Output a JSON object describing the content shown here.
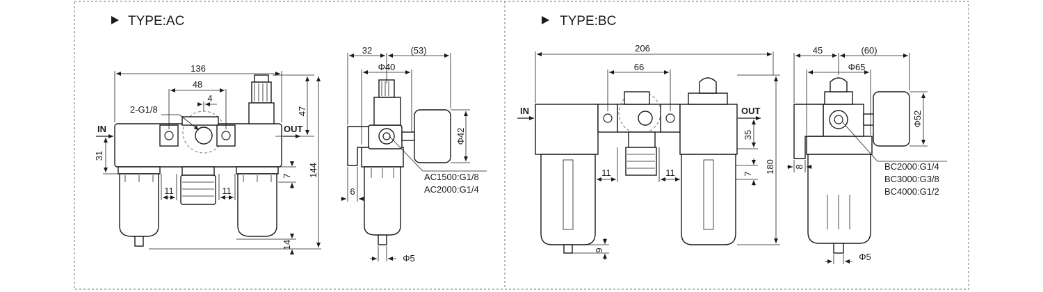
{
  "panels": {
    "ac": {
      "title": "TYPE:AC"
    },
    "bc": {
      "title": "TYPE:BC"
    }
  },
  "ac_front": {
    "in_label": "IN",
    "out_label": "OUT",
    "port_label": "2-G1/8",
    "dims": {
      "width_total": "136",
      "width_mid": "48",
      "offset": "4",
      "height_top": "47",
      "height_total": "144",
      "left_height": "31",
      "right_small": "7",
      "left_gap": "11",
      "right_gap": "11",
      "bottom": "14"
    }
  },
  "ac_side": {
    "dims": {
      "left": "32",
      "right": "(53)",
      "diameter": "Φ40",
      "gauge": "Φ42",
      "bracket": "6",
      "drain": "Φ5"
    },
    "ports": [
      "AC1500:G1/8",
      "AC2000:G1/4"
    ]
  },
  "bc_front": {
    "in_label": "IN",
    "out_label": "OUT",
    "dims": {
      "width_total": "206",
      "width_mid": "66",
      "height_mid": "35",
      "height_total": "180",
      "right_small": "7",
      "left_gap": "11",
      "right_gap": "11",
      "bottom": "9"
    }
  },
  "bc_side": {
    "dims": {
      "left": "45",
      "right": "(60)",
      "diameter": "Φ65",
      "gauge": "Φ52",
      "bracket": "8",
      "drain": "Φ5"
    },
    "ports": [
      "BC2000:G1/4",
      "BC3000:G3/8",
      "BC4000:G1/2"
    ]
  }
}
